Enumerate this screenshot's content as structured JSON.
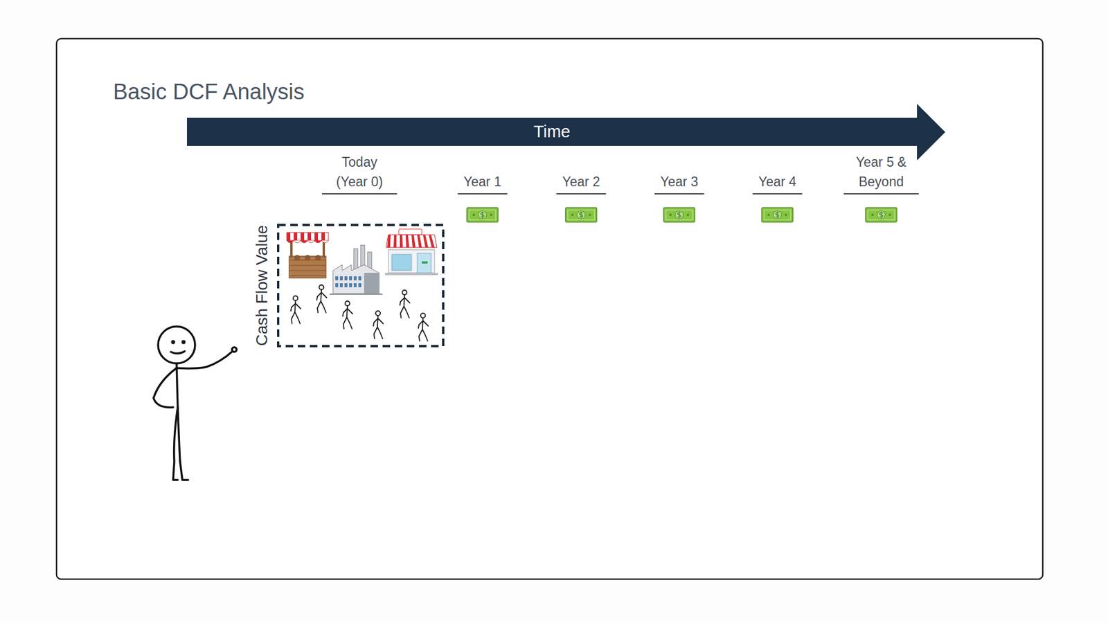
{
  "diagram": {
    "title": "Basic DCF Analysis",
    "nodes": [
      {
        "text": [
          "Time"
        ]
      },
      {
        "text": [
          "Cash Flow Value"
        ]
      }
    ],
    "labels": [
      "Today (Year 0)",
      "Year 1",
      "Year 2",
      "Year 3",
      "Year 4",
      "Year 5 & Beyond"
    ]
  }
}
